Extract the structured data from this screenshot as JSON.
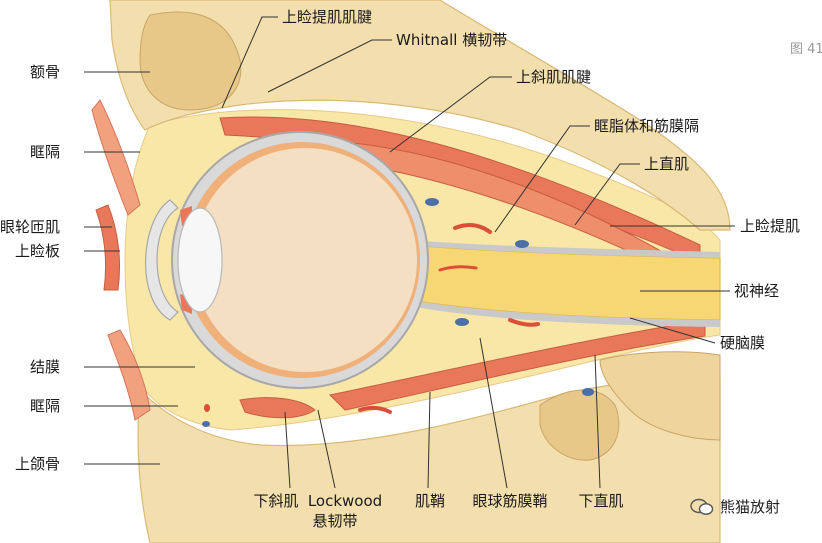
{
  "labels": {
    "frontal_bone": "额骨",
    "septum_top": "眶隔",
    "orbicularis": "眼轮匝肌",
    "tarsus": "上睑板",
    "conjunctiva": "结膜",
    "septum_bottom": "眶隔",
    "maxilla": "上颌骨",
    "lps_tendon": "上睑提肌肌腱",
    "whitnall": "Whitnall 横韧带",
    "so_tendon": "上斜肌肌腱",
    "fat_septa": "眶脂体和筋膜隔",
    "sup_rectus": "上直肌",
    "lps": "上睑提肌",
    "optic_nerve": "视神经",
    "dura": "硬脑膜",
    "inf_oblique": "下斜肌",
    "lockwood_1": "Lockwood",
    "lockwood_2": "悬韧带",
    "muscle_sheath": "肌鞘",
    "tenon": "眼球筋膜鞘",
    "inf_rectus": "下直肌"
  },
  "figure_label": "图 41",
  "watermark": "熊猫放射",
  "colors": {
    "bone": "#f3dfae",
    "bone_dark": "#e7c889",
    "fat": "#f8e7a6",
    "muscle": "#e9785a",
    "muscle_light": "#f2a17f",
    "sclera": "#dcdcdc",
    "eye_inner": "#f4dfc3",
    "nerve": "#f7d774",
    "vessel_red": "#d9503a",
    "vessel_blue": "#4d6fa8"
  }
}
